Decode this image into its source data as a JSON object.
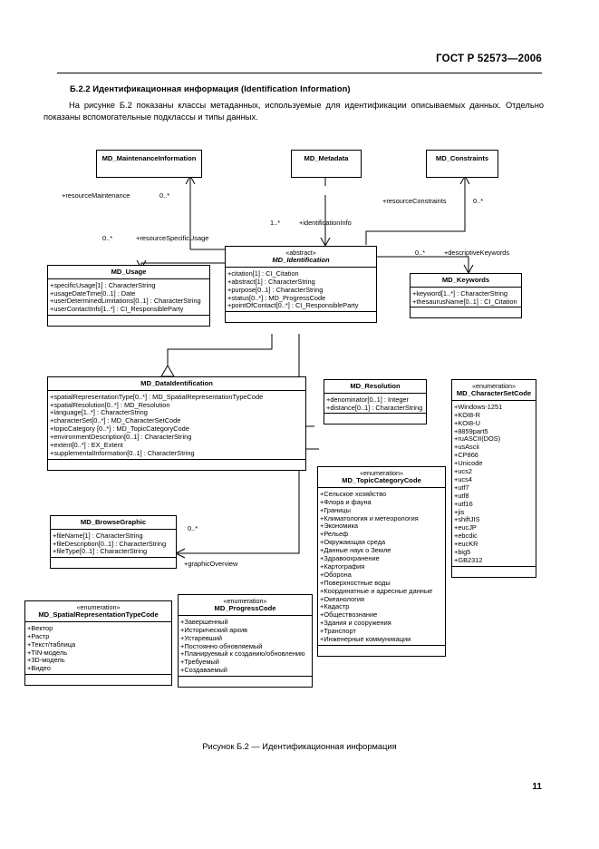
{
  "header": {
    "standard": "ГОСТ Р 52573—2006",
    "page_number": "11"
  },
  "section": {
    "title": "Б.2.2  Идентификационная информация (Identification Information)",
    "paragraph": "На рисунке Б.2 показаны классы метаданных, используемые для идентификации описываемых данных. Отдельно показаны вспомогательные подклассы и типы данных."
  },
  "figure_caption": "Рисунок Б.2 — Идентификационная информация",
  "classes": {
    "maintenance_information": {
      "name": "MD_MaintenanceInformation",
      "attributes": []
    },
    "metadata": {
      "name": "MD_Metadata",
      "attributes": []
    },
    "constraints": {
      "name": "MD_Constraints",
      "attributes": []
    },
    "identification": {
      "stereotype": "«abstract»",
      "name": "MD_Identification",
      "attributes": [
        "+citation[1] : CI_Citation",
        "+abstract[1] : CharacterString",
        "+purpose[0..1] : CharacterString",
        "+status[0..*] : MD_ProgressCode",
        "+pointOfContact[0..*] : CI_ResponsibleParty"
      ]
    },
    "usage": {
      "name": "MD_Usage",
      "attributes": [
        "+specificUsage[1] : CharacterString",
        "+usageDateTime[0..1] : Date",
        "+userDeterminedLimitations[0..1] : CharacterString",
        "+userContactInfo[1..*] : CI_ResponsibleParty"
      ]
    },
    "keywords": {
      "name": "MD_Keywords",
      "attributes": [
        "+keyword[1..*] : CharacterString",
        "+thesaurusName[0..1] : CI_Citation"
      ]
    },
    "data_identification": {
      "name": "MD_DataIdentification",
      "attributes": [
        "+spatialRepresentationType[0..*] : MD_SpatialRepresentationTypeCode",
        "+spatialResolution[0..*] : MD_Resolution",
        "+language[1..*] : CharacterString",
        "+characterSet[0..*] : MD_CharacterSetCode",
        "+topicCategory [0..*] : MD_TopicCategoryCode",
        "+environmentDescription[0..1] : CharacterString",
        "+extent[0..*] : EX_Extent",
        "+supplementalInformation[0..1] : CharacterString"
      ]
    },
    "resolution": {
      "name": "MD_Resolution",
      "attributes": [
        "+denominator[0..1] : Integer",
        "+distance[0..1] : CharacterString"
      ]
    },
    "browse_graphic": {
      "name": "MD_BrowseGraphic",
      "attributes": [
        "+fileName[1] : CharacterString",
        "+fileDescription[0..1] : CharacterString",
        "+fileType[0..1] : CharacterString"
      ]
    },
    "character_set_code": {
      "stereotype": "«enumeration»",
      "name": "MD_CharacterSetCode",
      "attributes": [
        "+Windows-1251",
        "+KOI8-R",
        "+KOI8-U",
        "+8859part5",
        "+ruASCII(DOS)",
        "+usAscii",
        "+CP866",
        "+Unicode",
        "+ucs2",
        "+ucs4",
        "+utf7",
        "+utf8",
        "+utf16",
        "+jis",
        "+shiftJIS",
        "+eucJP",
        "+ebcdic",
        "+eucKR",
        "+big5",
        "+GB2312"
      ]
    },
    "topic_category_code": {
      "stereotype": "«enumeration»",
      "name": "MD_TopicCategoryCode",
      "attributes": [
        "+Сельское хозяйство",
        "+Флора и фауна",
        "+Границы",
        "+Климатология и метеорология",
        "+Экономика",
        "+Рельеф",
        "+Окружающая среда",
        "+Данные наук о Земле",
        "+Здравоохранение",
        "+Картография",
        "+Оборона",
        "+Поверхностные воды",
        "+Координатные и адресные данные",
        "+Океанология",
        "+Кадастр",
        "+Обществознание",
        "+Здания и сооружения",
        "+Транспорт",
        "+Инженерные коммуникации"
      ]
    },
    "spatial_representation_type_code": {
      "stereotype": "«enumeration»",
      "name": "MD_SpatialRepresentationTypeCode",
      "attributes": [
        "+Вектор",
        "+Растр",
        "+Текст/таблица",
        "+TIN-модель",
        "+3D-модель",
        "+Видео"
      ]
    },
    "progress_code": {
      "stereotype": "«enumeration»",
      "name": "MD_ProgressCode",
      "attributes": [
        "+Завершенный",
        "+Исторический архив",
        "+Устаревший",
        "+Постоянно обновляемый",
        "+Планируемый к созданию/обновлению",
        "+Требуемый",
        "+Создаваемый"
      ]
    }
  },
  "associations": {
    "resource_maintenance": {
      "role": "+resourceMaintenance",
      "multiplicity": "0..*"
    },
    "identification_info": {
      "role": "+identificationInfo",
      "multiplicity": "1..*"
    },
    "resource_constraints": {
      "role": "+resourceConstraints",
      "multiplicity": "0..*"
    },
    "resource_specific_usage": {
      "role": "+resourceSpecificUsage",
      "multiplicity": "0..*"
    },
    "descriptive_keywords": {
      "role": "+descriptiveKeywords",
      "multiplicity": "0..*"
    },
    "graphic_overview": {
      "role": "+graphicOverview",
      "multiplicity": "0..*"
    }
  }
}
